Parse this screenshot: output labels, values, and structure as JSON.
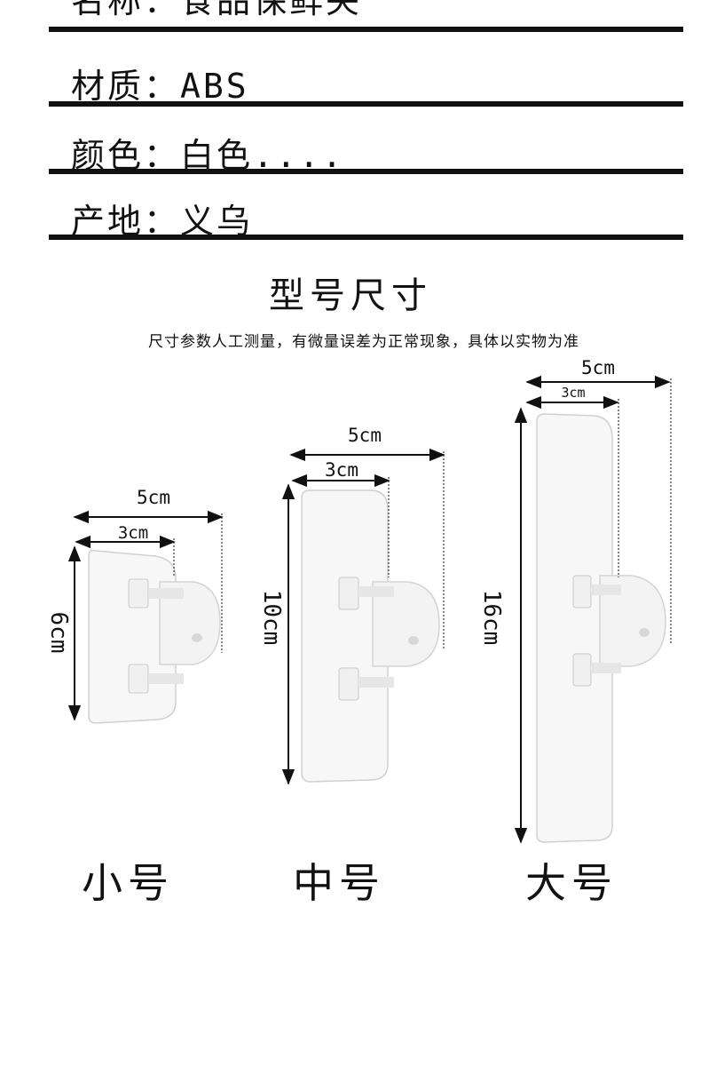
{
  "specs": [
    {
      "label": "名称",
      "sep": "：",
      "value": "食品保鲜夹"
    },
    {
      "label": "材质",
      "sep": "：",
      "value": "ABS"
    },
    {
      "label": "颜色",
      "sep": "：",
      "value": "白色...."
    },
    {
      "label": "产地",
      "sep": "：",
      "value": "义乌"
    }
  ],
  "section": {
    "title": "型号尺寸",
    "note": "尺寸参数人工测量，有微量误差为正常现象，具体以实物为准"
  },
  "sizes": [
    {
      "name": "小号",
      "width": "5cm",
      "inner": "3cm",
      "height": "6cm"
    },
    {
      "name": "中号",
      "width": "5cm",
      "inner": "3cm",
      "height": "10cm"
    },
    {
      "name": "大号",
      "width": "5cm",
      "inner": "3cm",
      "height": "16cm"
    }
  ],
  "colors": {
    "clip_fill": "#f7f7f7",
    "clip_stroke": "#d0d0d0",
    "line": "#111111"
  }
}
